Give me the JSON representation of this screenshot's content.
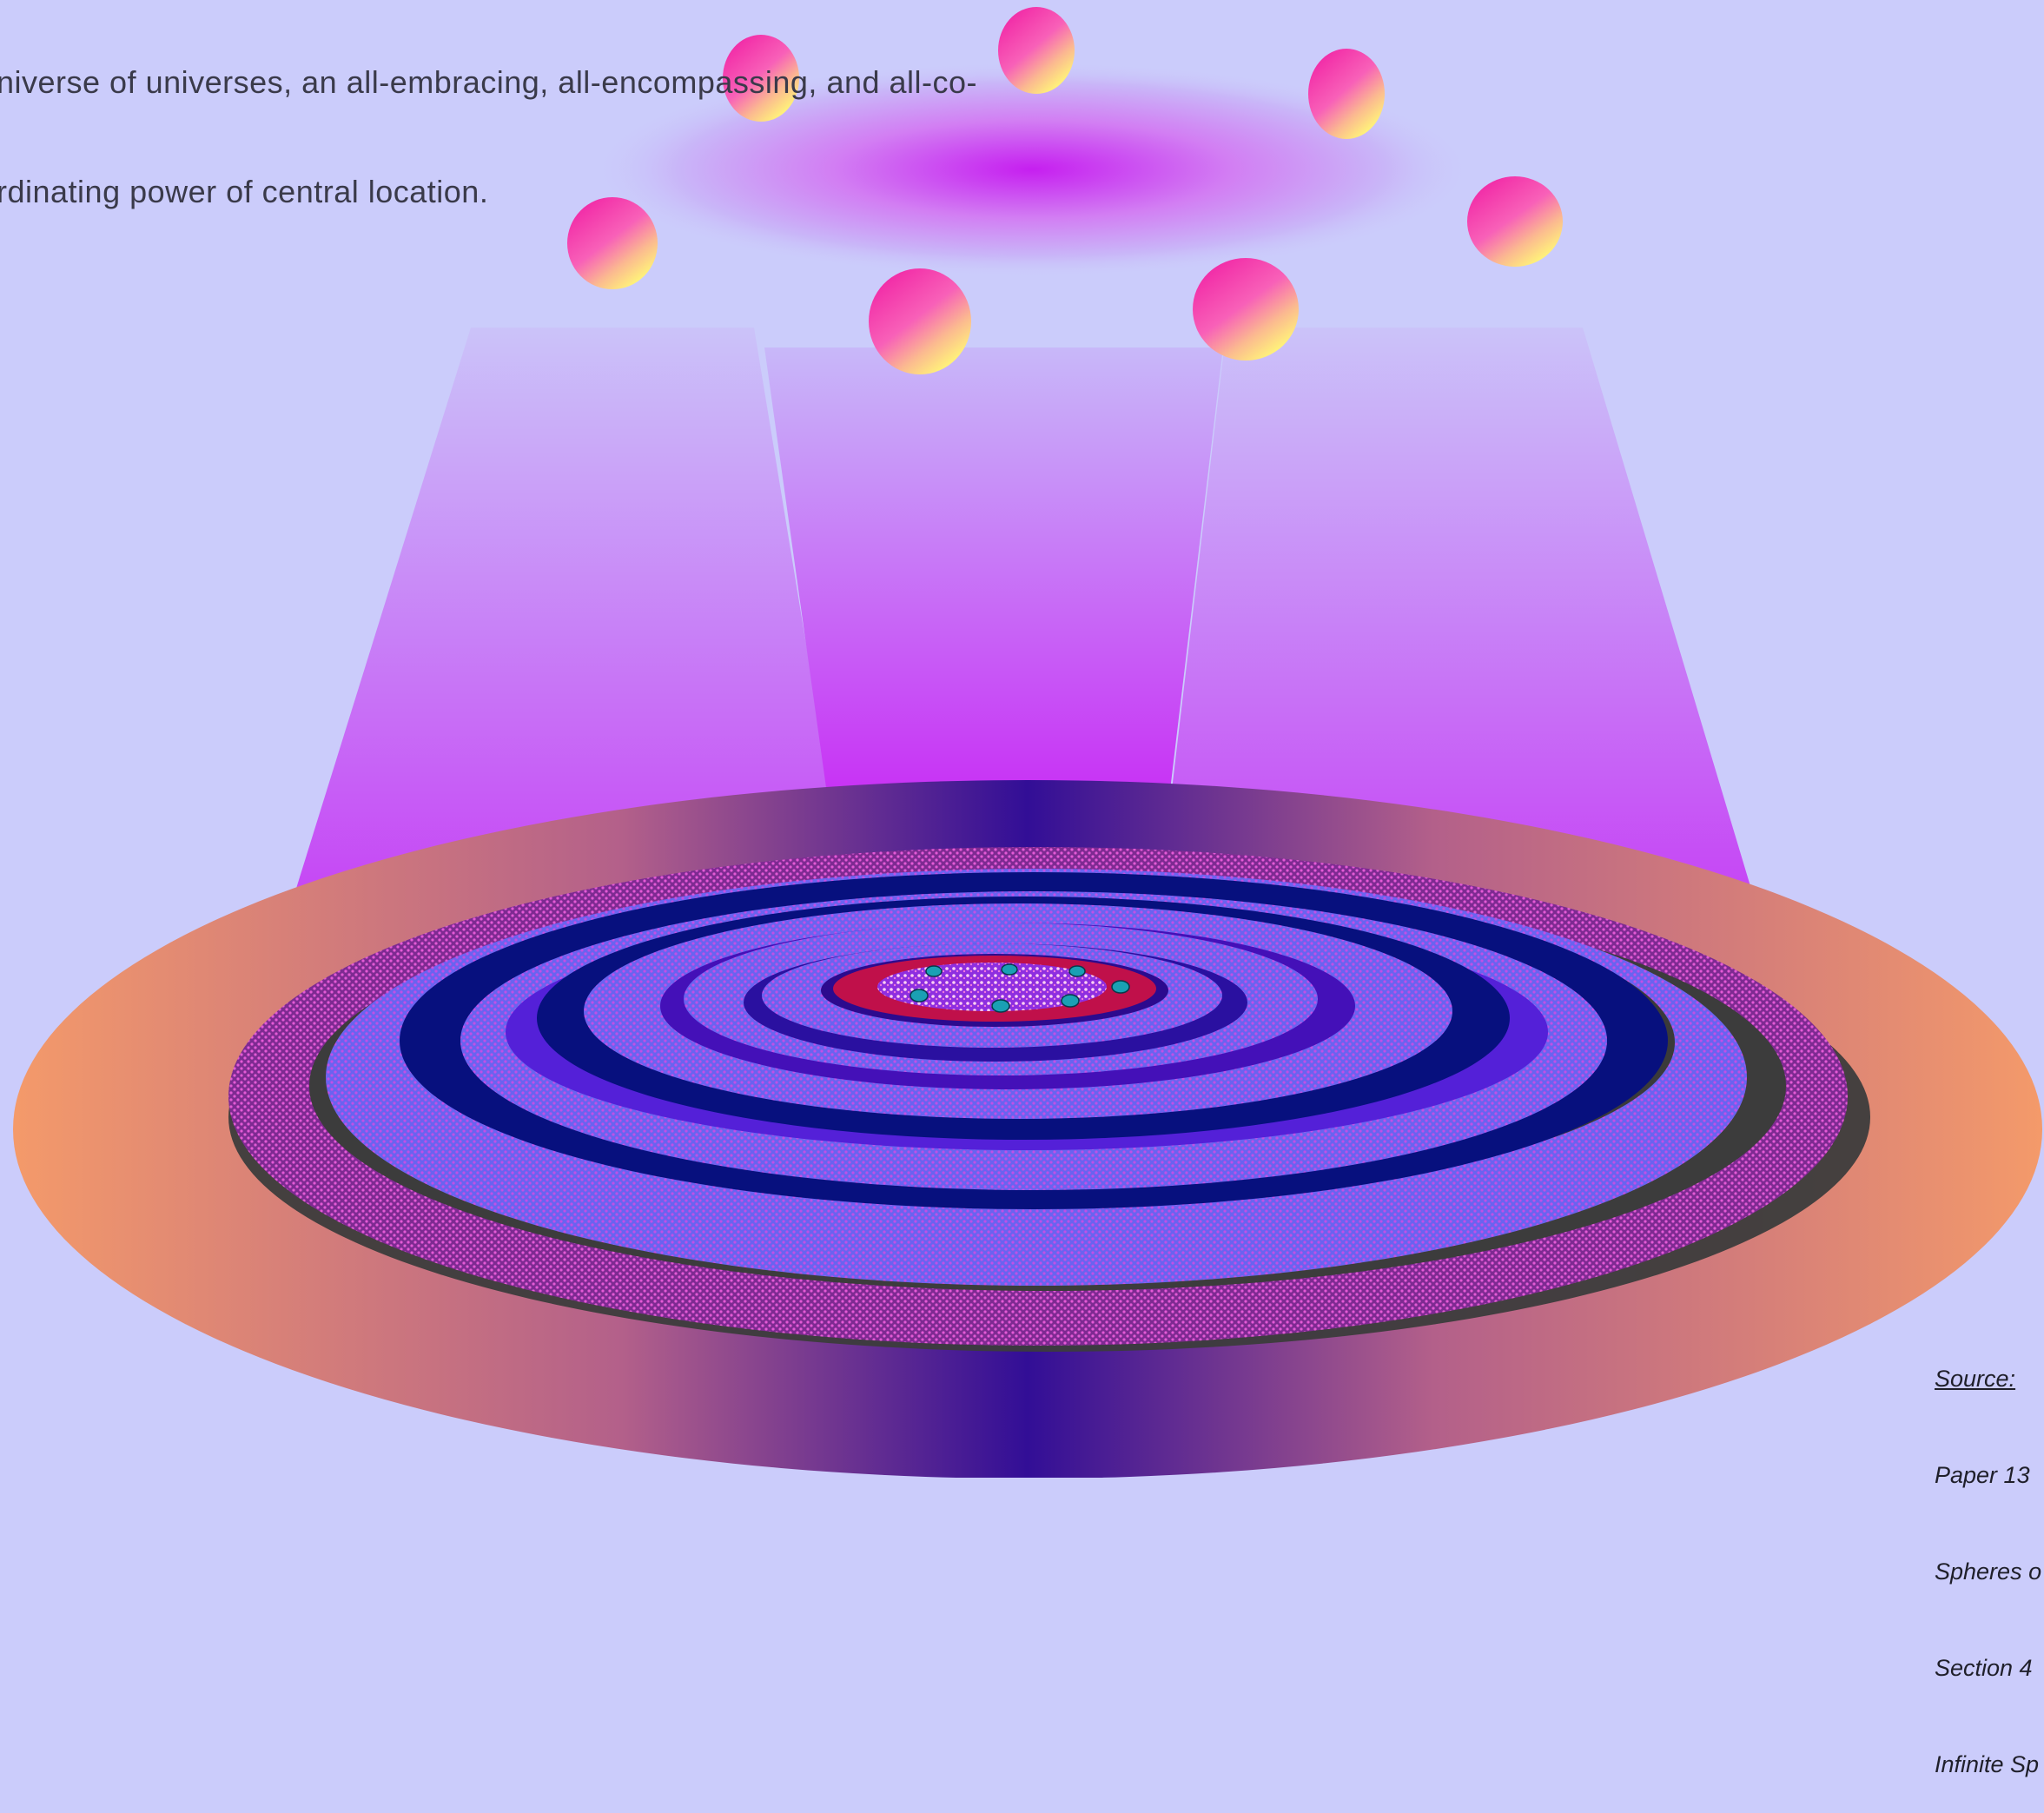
{
  "caption": {
    "line1": "niverse of universes, an all-embracing, all-encompassing, and all-co-",
    "line2": "rdinating power of central location."
  },
  "source": {
    "label": "Source:",
    "line1": "Paper 13",
    "line2": "Spheres o",
    "line3": "Section 4",
    "line4": "Infinite Sp"
  },
  "colors": {
    "background": "#cbccfb",
    "beam": "#c52af4",
    "disk_outer": "#f49a6a",
    "disk_under": "#3a0c92",
    "ring_magenta_dots": "#8a3a9a",
    "ring_blue_dots": "#6f66f2",
    "ring_navy": "#070c7a",
    "core_red": "#c0104a",
    "sphere_pink": "#f23aac",
    "sphere_yellow": "#fff27a"
  }
}
